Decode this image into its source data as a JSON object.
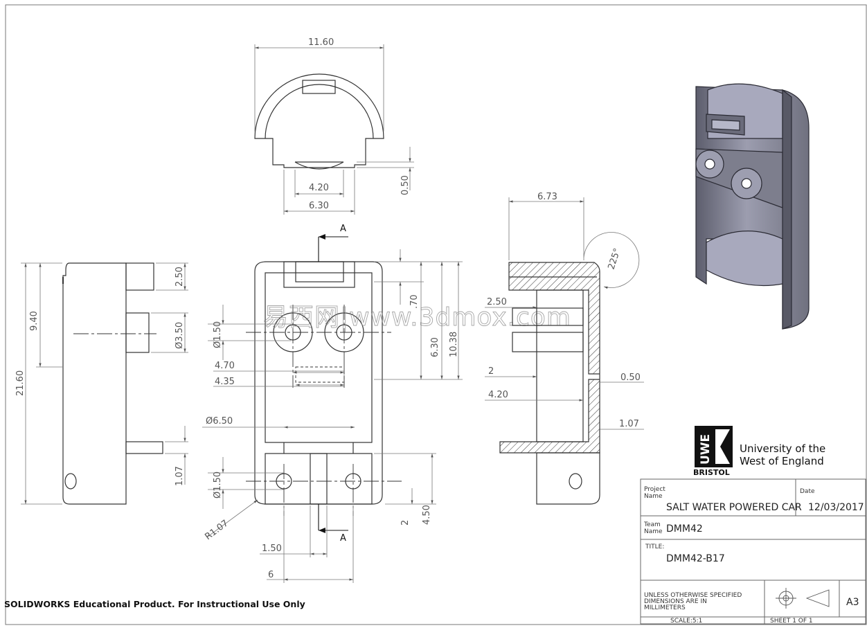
{
  "drawing": {
    "dimensions": {
      "top_width": "11.60",
      "top_inner": "4.20",
      "top_outer": "6.30",
      "top_step": "0.50",
      "left_total": "21.60",
      "left_upper": "9.40",
      "left_tab": "2.50",
      "left_bore": "Ø3.50",
      "left_pin": "1.07",
      "front_hole_top": "Ø1.50",
      "front_w1": "4.70",
      "front_w2": "4.35",
      "front_slot": "Ø6.50",
      "front_hole_bot": "Ø1.50",
      "front_radius": "R1.07",
      "front_slot_w": "1.50",
      "front_base": "6",
      "front_r1": ".70",
      "front_r2": "6.30",
      "front_r3": "10.38",
      "front_r4": "2",
      "front_r5": "4.50",
      "sec_width": "6.73",
      "sec_angle": "225°",
      "sec_a": "2.50",
      "sec_b": "2",
      "sec_c": "4.20",
      "sec_d": "0.50",
      "sec_e": "1.07"
    },
    "section_label": "A",
    "watermark": "易西网|www.3dmox.com"
  },
  "logo": {
    "uwe": "UWE",
    "bristol": "BRISTOL",
    "line1": "University of the",
    "line2": "West of England"
  },
  "title_block": {
    "project_label_1": "Project",
    "project_label_2": "Name",
    "project_value": "SALT WATER POWERED CAR",
    "date_label": "Date",
    "date_value": "12/03/2017",
    "team_label_1": "Team",
    "team_label_2": "Name",
    "team_value": "DMM42",
    "title_label": "TITLE:",
    "title_value": "DMM42-B17",
    "units_1": "UNLESS OTHERWISE SPECIFIED",
    "units_2": "DIMENSIONS ARE IN",
    "units_3": "MILLIMETERS",
    "size": "A3",
    "scale": "SCALE:5:1",
    "sheet": "SHEET 1 OF 1"
  },
  "footer": {
    "edu_notice": "SOLIDWORKS Educational Product. For Instructional Use Only"
  }
}
